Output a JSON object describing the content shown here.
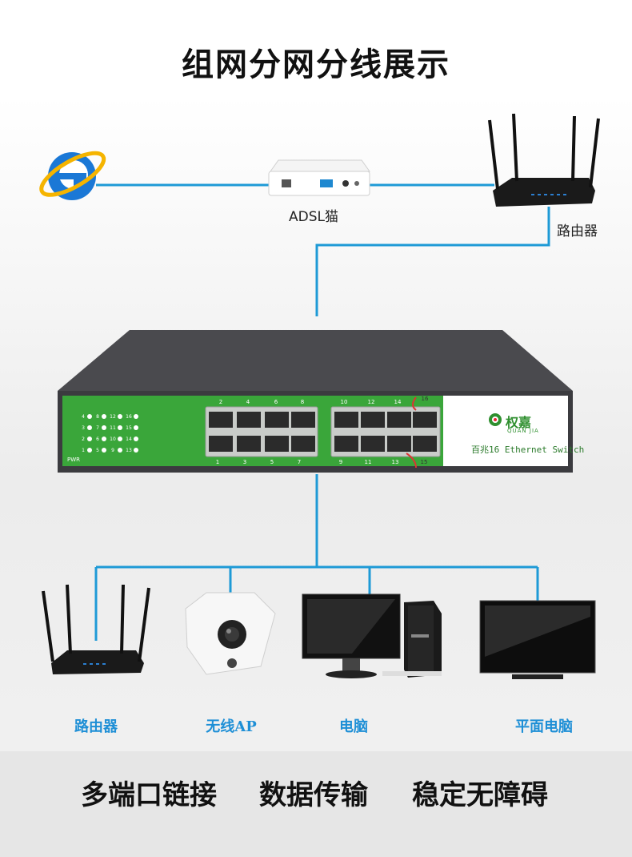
{
  "title": "组网分网分线展示",
  "labels": {
    "modem": "ADSL猫",
    "top_router": "路由器"
  },
  "switch": {
    "brand_cn": "权嘉",
    "brand_en": "QUAN JIA",
    "model": "百兆16 Ethernet Switch",
    "top_ports": [
      "2",
      "4",
      "6",
      "8",
      "10",
      "12",
      "14"
    ],
    "bottom_ports": [
      "1",
      "3",
      "5",
      "7",
      "9",
      "11",
      "13"
    ],
    "port16": "16",
    "port15": "15",
    "pwr": "PWR",
    "led_rows": [
      [
        "4",
        "8",
        "12",
        "16"
      ],
      [
        "3",
        "7",
        "11",
        "15"
      ],
      [
        "2",
        "6",
        "10",
        "14"
      ],
      [
        "1",
        "5",
        "9",
        "13"
      ]
    ]
  },
  "devices": [
    {
      "label": "路由器",
      "icon": "router-icon"
    },
    {
      "label": "无线AP",
      "icon": "fisheye-camera-icon"
    },
    {
      "label": "电脑",
      "icon": "desktop-computer-icon"
    },
    {
      "label": "平面电脑",
      "icon": "flat-screen-icon"
    }
  ],
  "slogans": [
    "多端口链接",
    "数据传输",
    "稳定无障碍"
  ],
  "colors": {
    "line": "#1e9ad6",
    "switch_panel": "#3aa63a",
    "device_label": "#1e8fd6"
  }
}
